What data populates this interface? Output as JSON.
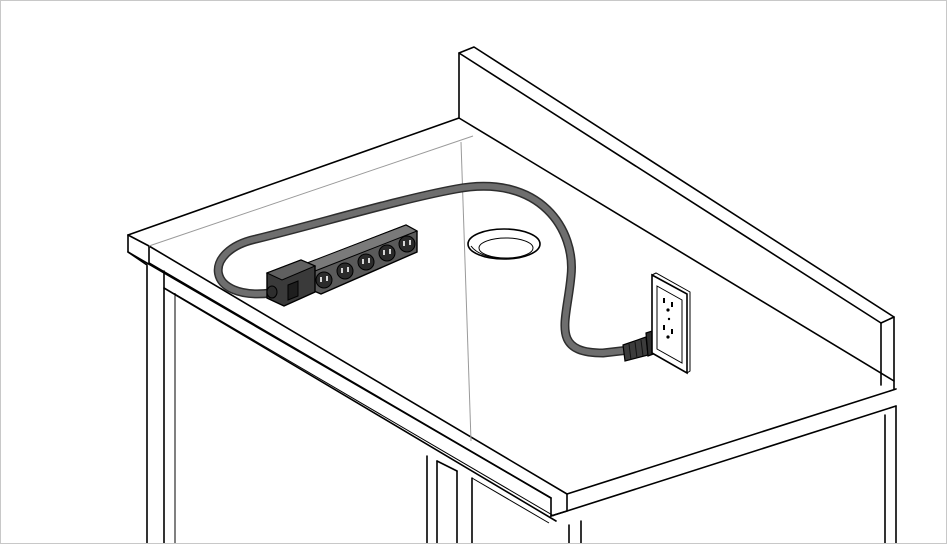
{
  "figure": {
    "subject": "",
    "colors": {
      "line": "#000000",
      "cable": "#6e6e6e",
      "cable_edge": "#2e2e2e",
      "power_strip": "#5a5a5a",
      "power_strip_dark": "#3a3a3a",
      "outlet_plate": "#ffffff",
      "hidden_edge": "#9a9a9a",
      "frame_border": "#c8c8c8"
    },
    "power_strip": {
      "outlet_count": 5,
      "has_rocker_switch": true
    },
    "wall_outlet": {
      "receptacle_count": 2
    },
    "icons": [
      "cabinet",
      "countertop",
      "backsplash",
      "grommet-hole",
      "power-strip",
      "rocker-switch",
      "power-cord",
      "power-plug",
      "wall-outlet"
    ]
  }
}
